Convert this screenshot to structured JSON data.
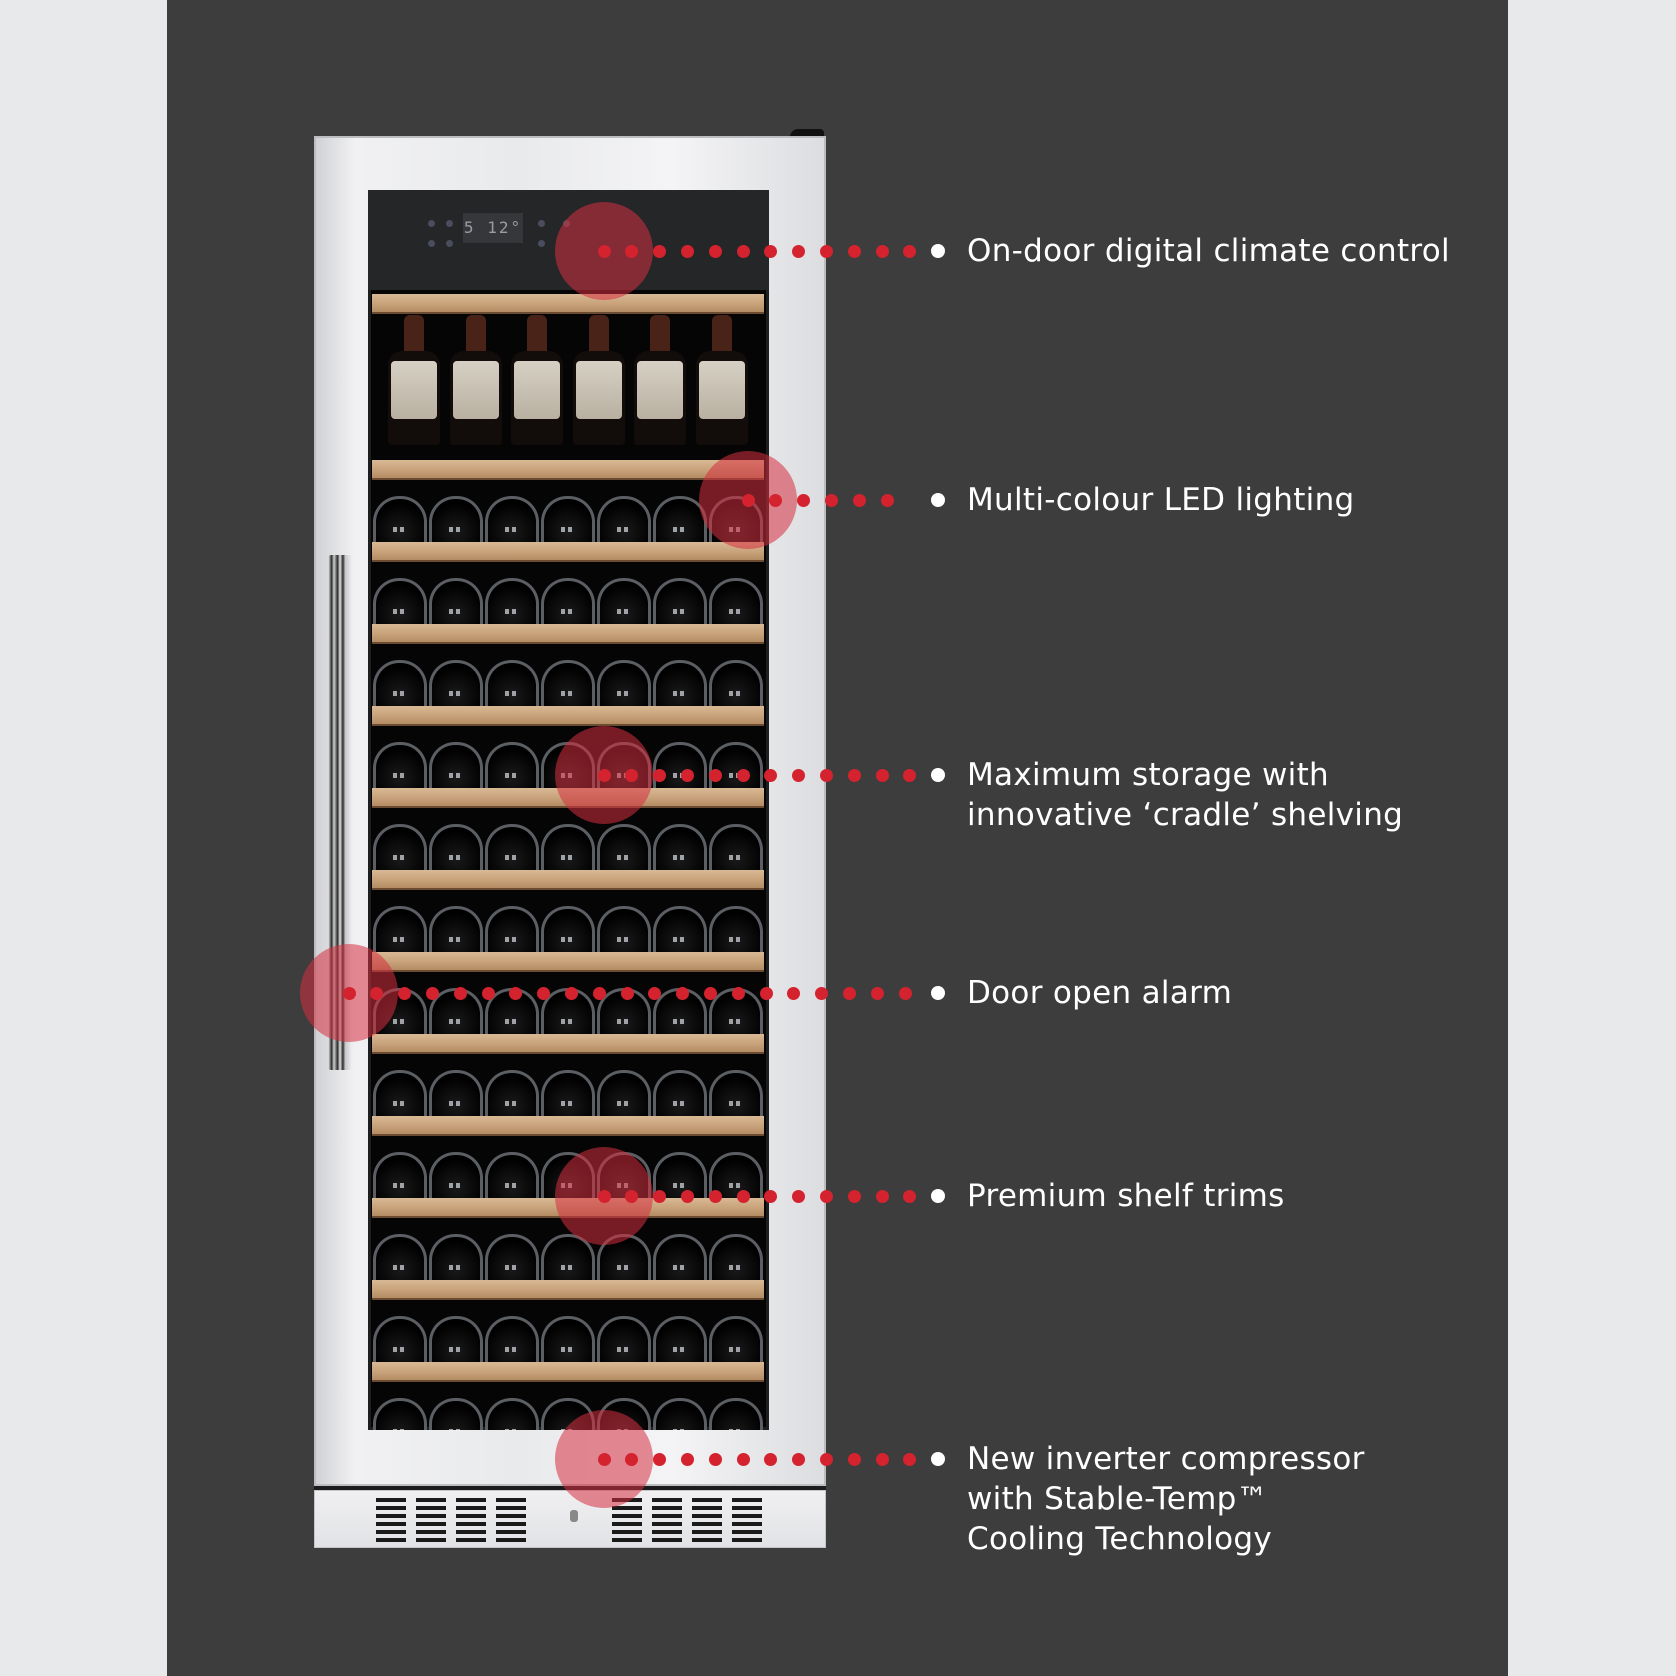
{
  "appliance": {
    "type": "wine cabinet",
    "display": {
      "left_readout": "5",
      "right_readout": "12°"
    },
    "standing_bottles": 6,
    "racked_rows": 13,
    "bottles_per_row": 7
  },
  "colors": {
    "page_background": "#e8e9eb",
    "panel_background": "#3d3d3d",
    "accent_red": "#d4222f",
    "hotspot_fill": "rgba(214,47,64,0.55)",
    "text": "#ffffff",
    "shelf_wood": "#c9a47d"
  },
  "callouts": [
    {
      "id": "climate-control",
      "lines": [
        "On-door digital climate control"
      ]
    },
    {
      "id": "led-lighting",
      "lines": [
        "Multi-colour LED lighting"
      ]
    },
    {
      "id": "cradle-shelving",
      "lines": [
        "Maximum storage with",
        "innovative ‘cradle’ shelving"
      ]
    },
    {
      "id": "door-alarm",
      "lines": [
        "Door open alarm"
      ]
    },
    {
      "id": "shelf-trims",
      "lines": [
        "Premium shelf trims"
      ]
    },
    {
      "id": "inverter-compressor",
      "lines": [
        "New inverter compressor",
        "with Stable-Temp™",
        "Cooling Technology"
      ]
    }
  ]
}
